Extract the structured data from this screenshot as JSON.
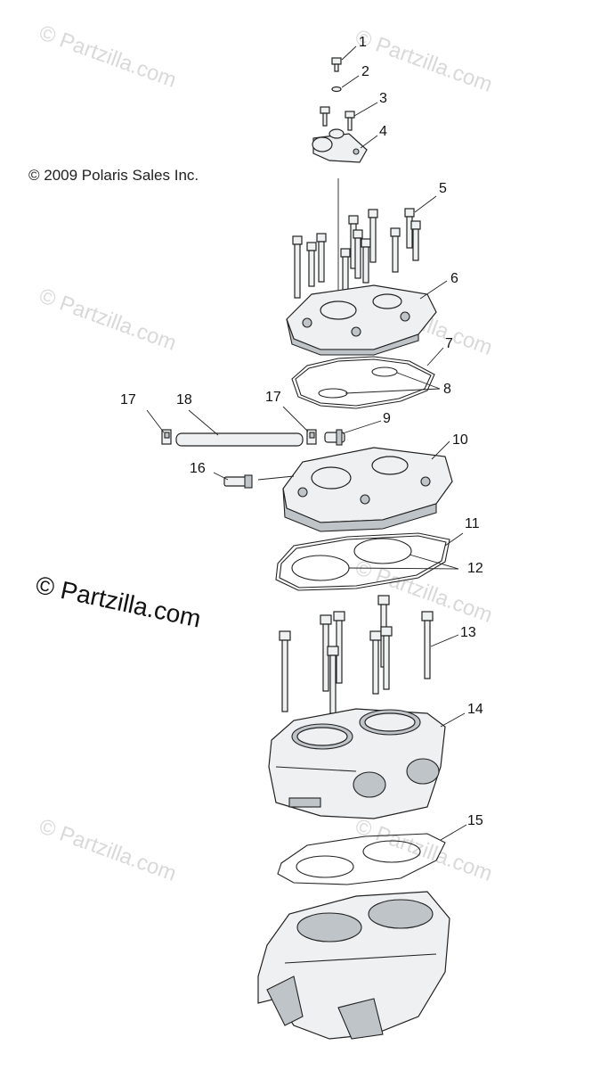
{
  "copyright": "© 2009 Polaris Sales Inc.",
  "big_watermark": "© Partzilla.com",
  "watermark_text": "© Partzilla.com",
  "callouts": [
    "1",
    "2",
    "3",
    "4",
    "5",
    "6",
    "7",
    "8",
    "9",
    "10",
    "11",
    "12",
    "13",
    "14",
    "15",
    "16",
    "17",
    "17",
    "18"
  ],
  "colors": {
    "line": "#222222",
    "part_fill": "#eef0f1",
    "part_shade": "#bfc4c8",
    "watermark": "#d9d9d9"
  }
}
